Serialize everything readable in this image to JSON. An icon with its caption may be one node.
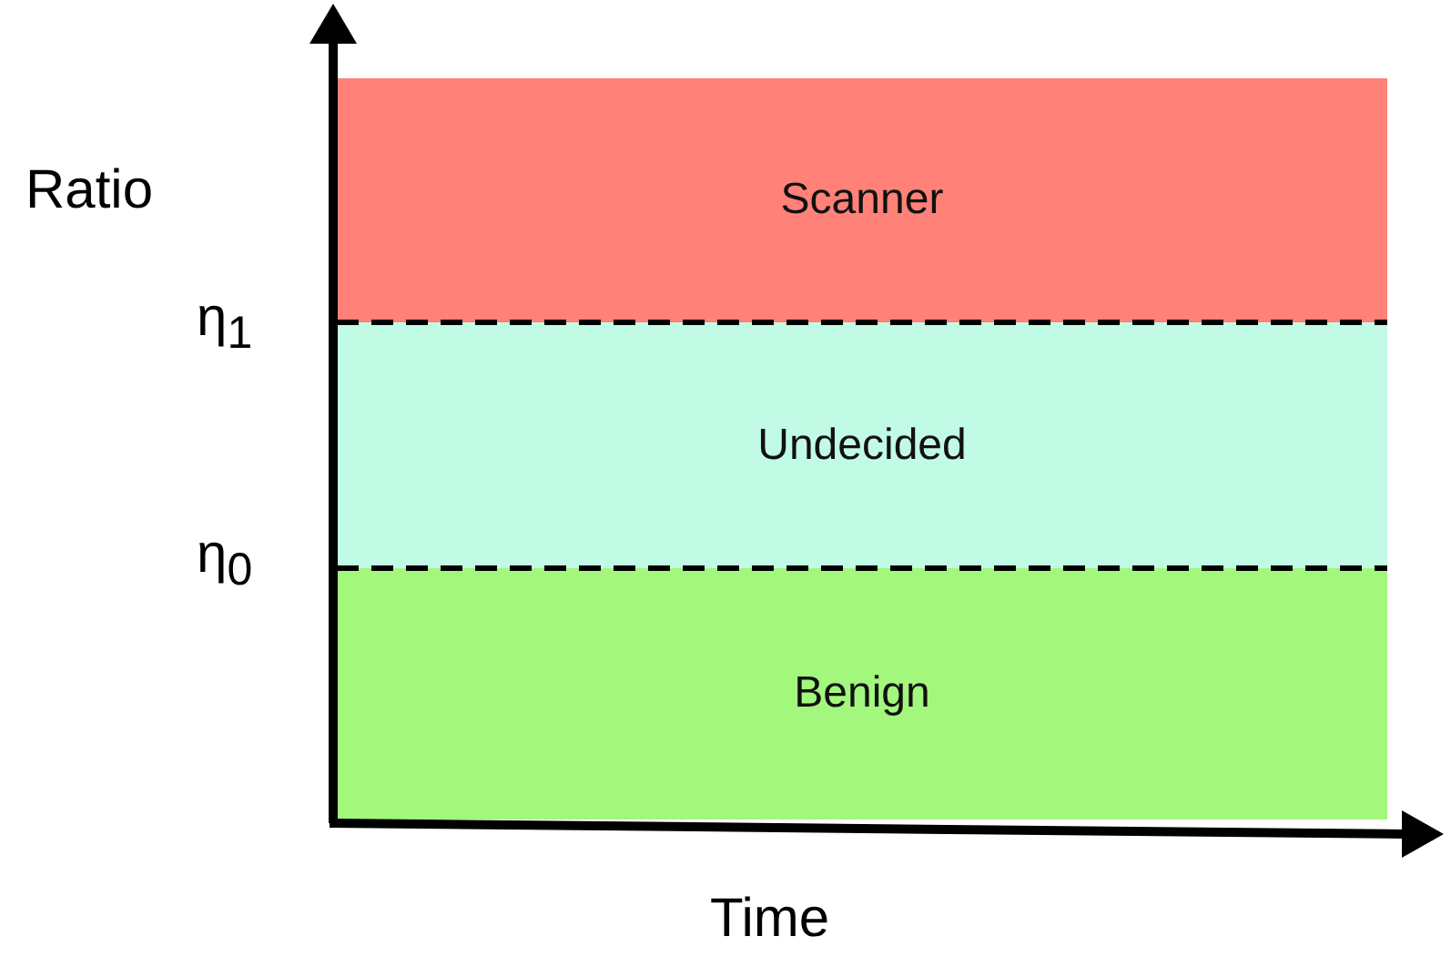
{
  "diagram": {
    "nodes": [
      {
        "text": [
          "Scanner"
        ]
      },
      {
        "text": [
          "Undecided"
        ]
      },
      {
        "text": [
          "Benign"
        ]
      }
    ],
    "labels": [
      "Ratio",
      "η$_{1}$",
      "η$_{0}$",
      "Time"
    ]
  }
}
